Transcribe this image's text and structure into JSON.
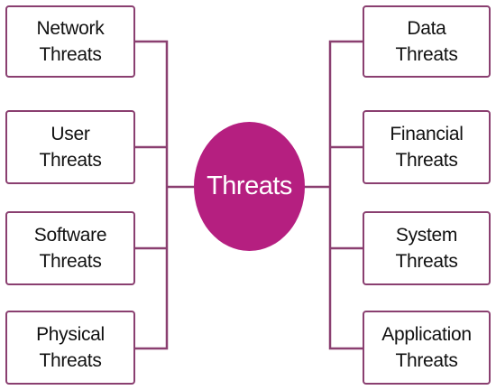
{
  "center": {
    "label": "Threats"
  },
  "left_items": [
    "Network\nThreats",
    "User\nThreats",
    "Software\nThreats",
    "Physical\nThreats"
  ],
  "right_items": [
    "Data\nThreats",
    "Financial\nThreats",
    "System\nThreats",
    "Application\nThreats"
  ],
  "colors": {
    "hub": "#b51f80",
    "connector": "#8a3f70",
    "border": "#8a3f70",
    "text": "#111111"
  }
}
